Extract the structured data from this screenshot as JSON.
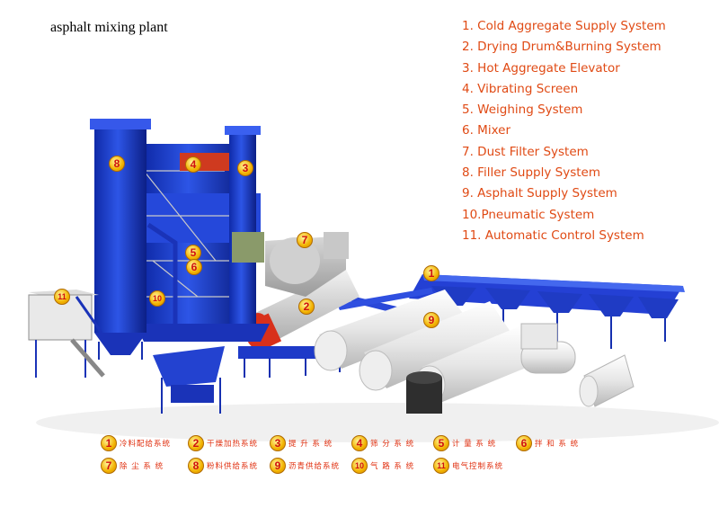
{
  "title": "asphalt mixing plant",
  "legend": [
    "1. Cold Aggregate Supply System",
    "2. Drying Drum&Burning System",
    "3. Hot Aggregate Elevator",
    "4. Vibrating Screen",
    "5. Weighing System",
    "6. Mixer",
    "7. Dust Filter System",
    "8. Filler Supply System",
    "9. Asphalt Supply System",
    "10.Pneumatic System",
    "11. Automatic Control System"
  ],
  "markers": [
    "1",
    "2",
    "3",
    "4",
    "5",
    "6",
    "7",
    "8",
    "9",
    "10",
    "11"
  ],
  "chinese_labels": [
    {
      "num": "1",
      "text": "冷料配给系统"
    },
    {
      "num": "2",
      "text": "干燥加热系统"
    },
    {
      "num": "3",
      "text": "提 升 系 统"
    },
    {
      "num": "4",
      "text": "筛 分 系 统"
    },
    {
      "num": "5",
      "text": "计 量 系 统"
    },
    {
      "num": "6",
      "text": "拌 和 系 统"
    },
    {
      "num": "7",
      "text": "除 尘 系 统"
    },
    {
      "num": "8",
      "text": "粉料供给系统"
    },
    {
      "num": "9",
      "text": "沥青供给系统"
    },
    {
      "num": "10",
      "text": "气 路 系 统"
    },
    {
      "num": "11",
      "text": "电气控制系统"
    }
  ],
  "colors": {
    "structure": "#1f3fd0",
    "structure_dark": "#0d238f",
    "label": "#e04a14",
    "marker": "#f2b200",
    "tank": "#e8e8e8",
    "drum": "#d8301a"
  }
}
